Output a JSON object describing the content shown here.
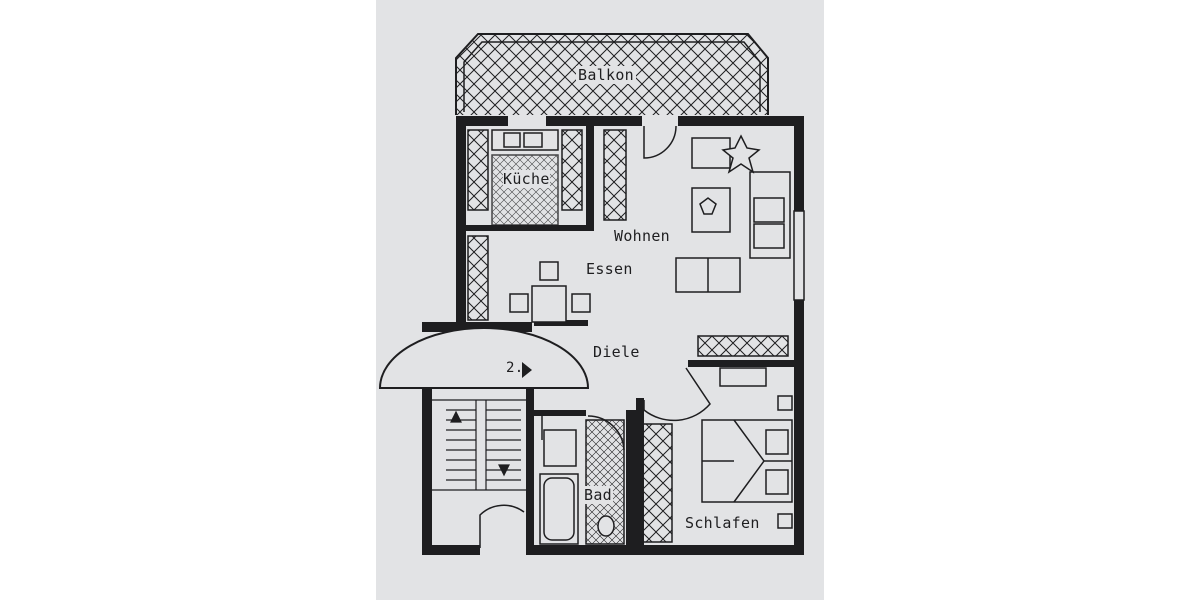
{
  "floor_plan": {
    "rooms": {
      "balkon": "Balkon",
      "kueche": "Küche",
      "wohnen": "Wohnen",
      "essen": "Essen",
      "diele": "Diele",
      "bad": "Bad",
      "schlafen": "Schlafen"
    },
    "stair_marker": "2.",
    "colors": {
      "paper": "#e2e3e5",
      "ink": "#1e1e20",
      "background": "#ffffff"
    }
  }
}
